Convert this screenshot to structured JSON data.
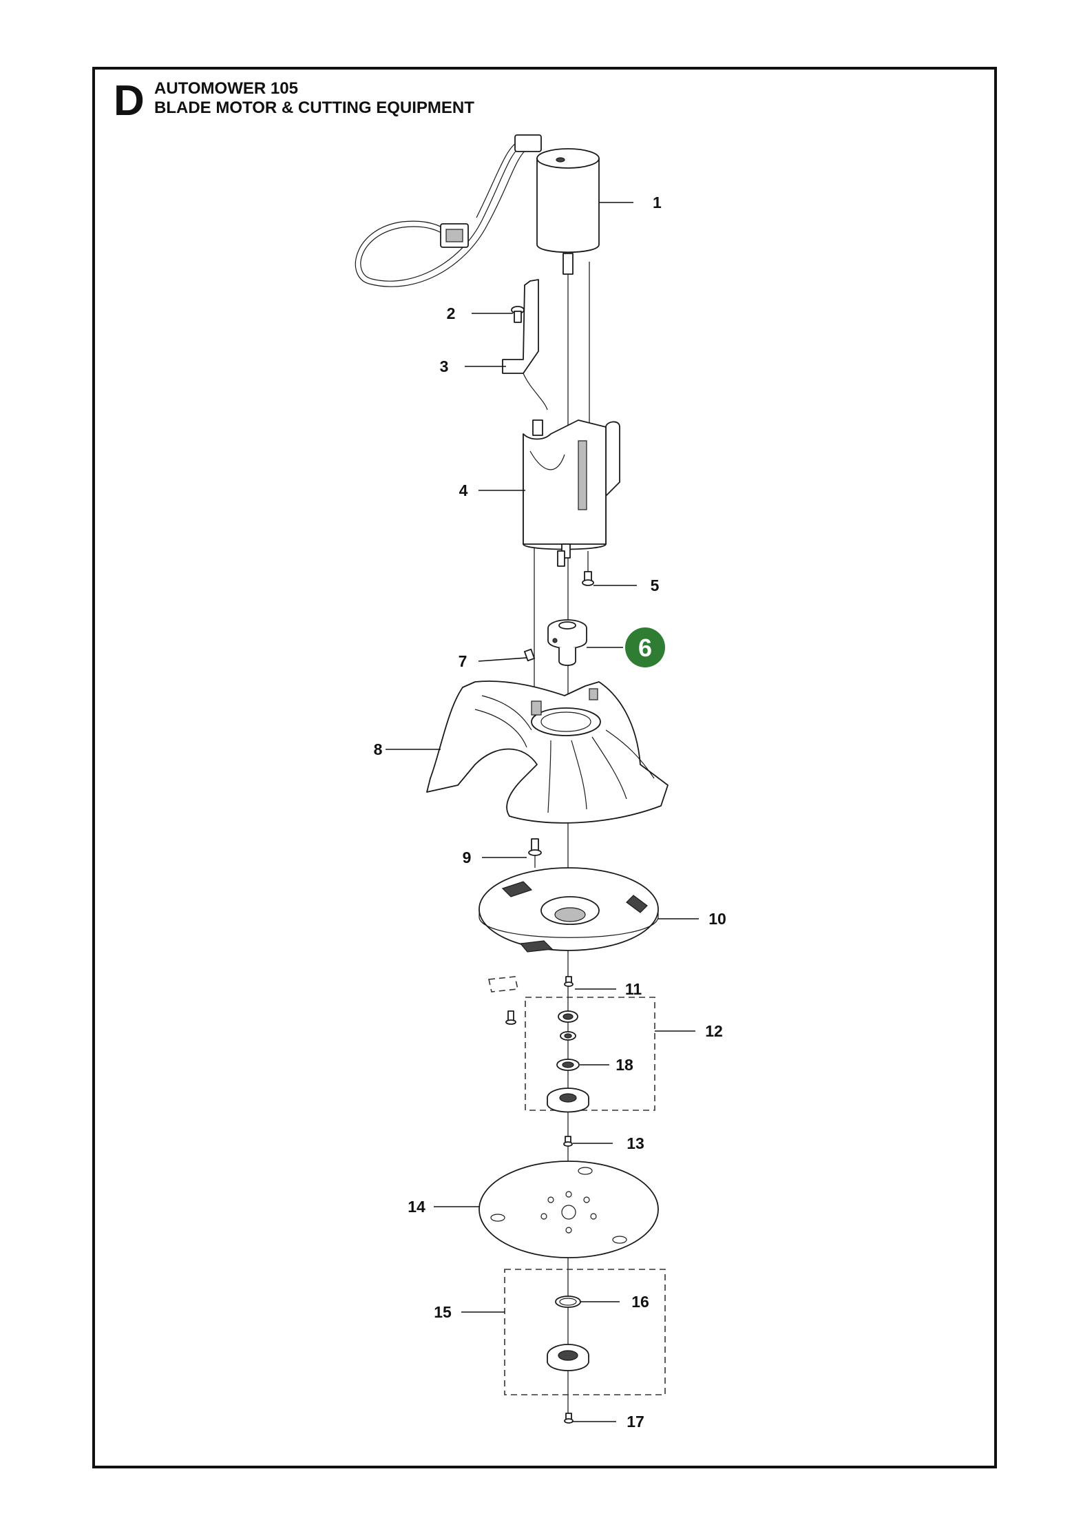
{
  "header": {
    "section_letter": "D",
    "model": "AUTOMOWER 105",
    "section_name": "BLADE MOTOR & CUTTING EQUIPMENT"
  },
  "callouts": [
    {
      "id": "1",
      "label": "1",
      "part": "blade motor"
    },
    {
      "id": "2",
      "label": "2",
      "part": "screw"
    },
    {
      "id": "3",
      "label": "3",
      "part": "bracket"
    },
    {
      "id": "4",
      "label": "4",
      "part": "motor holder"
    },
    {
      "id": "5",
      "label": "5",
      "part": "screw"
    },
    {
      "id": "6",
      "label": "6",
      "part": "hub",
      "highlighted": true
    },
    {
      "id": "7",
      "label": "7",
      "part": "set screw"
    },
    {
      "id": "8",
      "label": "8",
      "part": "blade guard"
    },
    {
      "id": "9",
      "label": "9",
      "part": "screw"
    },
    {
      "id": "10",
      "label": "10",
      "part": "blade disc"
    },
    {
      "id": "11",
      "label": "11",
      "part": "screw"
    },
    {
      "id": "12",
      "label": "12",
      "part": "bearing kit"
    },
    {
      "id": "13",
      "label": "13",
      "part": "screw"
    },
    {
      "id": "14",
      "label": "14",
      "part": "sliding plate"
    },
    {
      "id": "15",
      "label": "15",
      "part": "kit"
    },
    {
      "id": "16",
      "label": "16",
      "part": "o-ring"
    },
    {
      "id": "17",
      "label": "17",
      "part": "screw"
    },
    {
      "id": "18",
      "label": "18",
      "part": "bearing"
    }
  ],
  "colors": {
    "highlight": "#2e7d32",
    "line": "#111111",
    "background": "#ffffff"
  }
}
